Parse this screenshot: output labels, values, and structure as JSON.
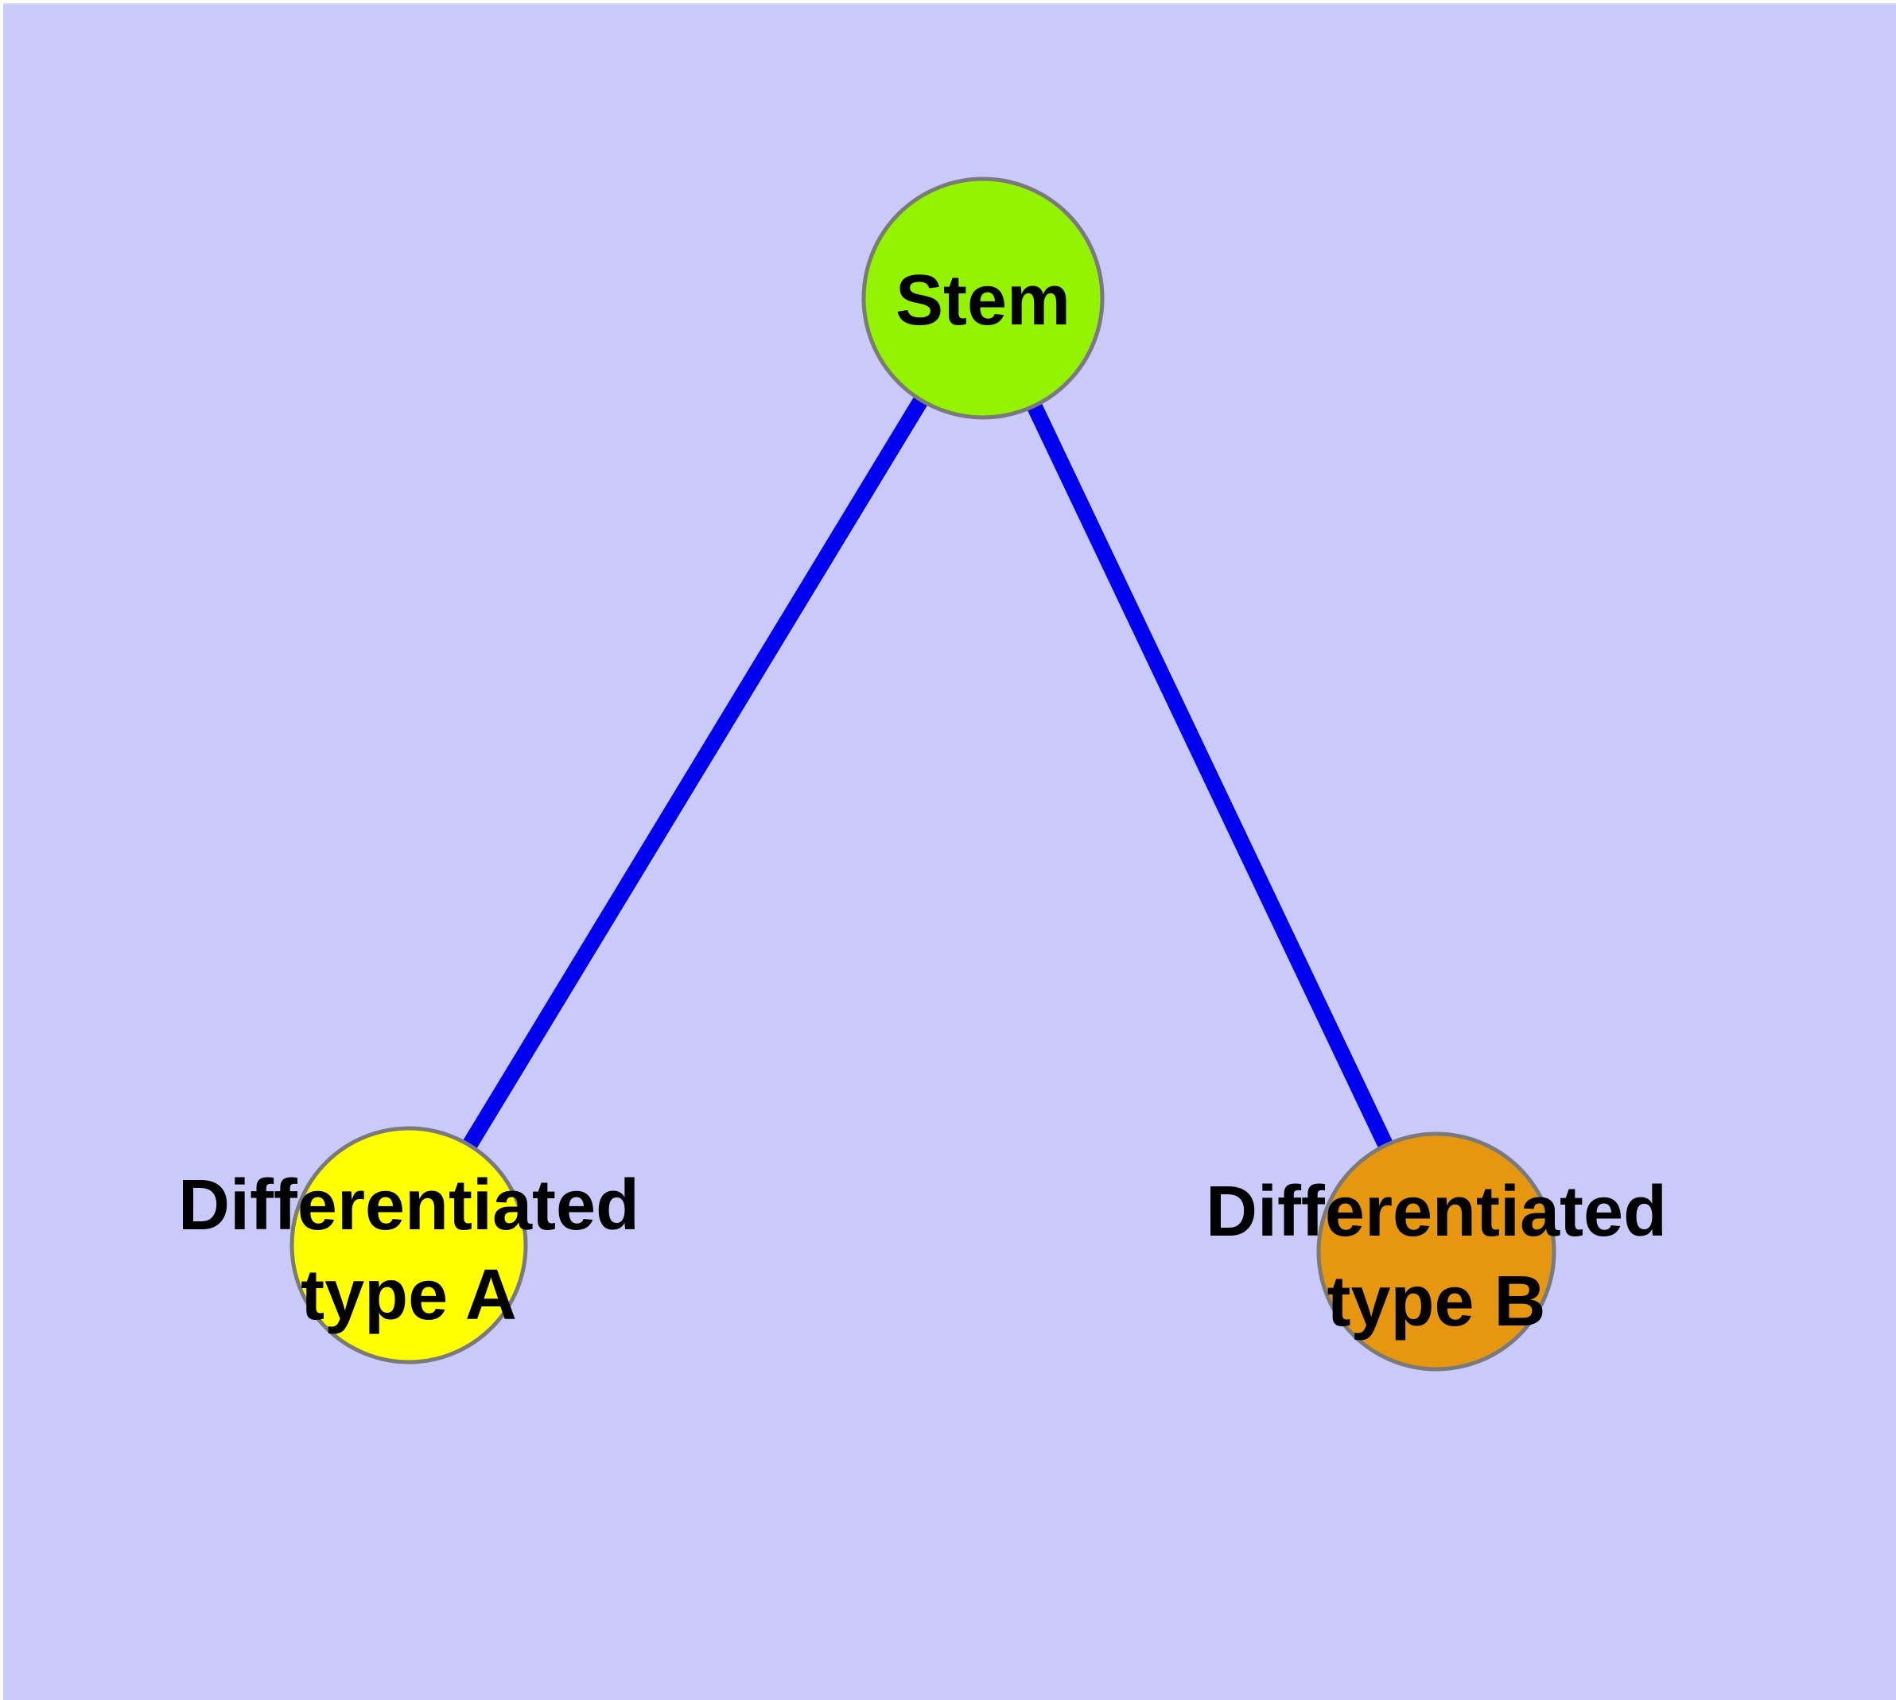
{
  "diagram": {
    "background_color": "#C9C9FA",
    "frame_highlight_color": "#FDFDFF",
    "frame_shadow_color": "#D8D8EE",
    "edge_color": "#0000EE",
    "node_border_color": "#7A7A7A",
    "label_color": "#000000",
    "nodes": [
      {
        "id": "stem",
        "label": "Stem",
        "lines": [
          "Stem"
        ],
        "fill": "#94F400"
      },
      {
        "id": "differentiated-type-a",
        "label": "Differentiated type A",
        "lines": [
          "Differentiated",
          "type A"
        ],
        "fill": "#FFFF00"
      },
      {
        "id": "differentiated-type-b",
        "label": "Differentiated type B",
        "lines": [
          "Differentiated",
          "type B"
        ],
        "fill": "#E6970F"
      }
    ],
    "edges": [
      {
        "from": "stem",
        "to": "differentiated-type-a"
      },
      {
        "from": "stem",
        "to": "differentiated-type-b"
      }
    ]
  }
}
